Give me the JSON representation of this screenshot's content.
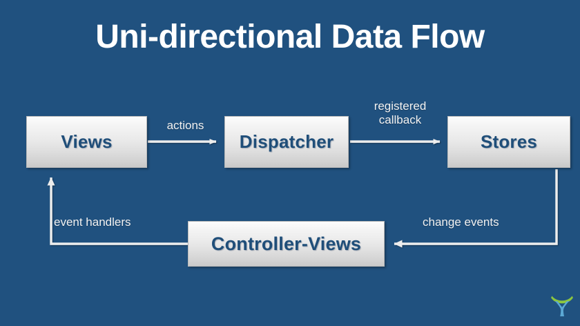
{
  "slide": {
    "title": "Uni-directional Data Flow",
    "background_color": "#20517F",
    "title_color": "#FFFFFF",
    "node_text_color": "#1F4E79",
    "edge_label_color": "#F2F2F2",
    "connector_color": "#E8E8E8"
  },
  "nodes": [
    {
      "id": "views",
      "label": "Views"
    },
    {
      "id": "dispatcher",
      "label": "Dispatcher"
    },
    {
      "id": "stores",
      "label": "Stores"
    },
    {
      "id": "controller-views",
      "label": "Controller-Views"
    }
  ],
  "edges": [
    {
      "id": "views-to-dispatcher",
      "label": "actions",
      "from": "views",
      "to": "dispatcher",
      "direction": "right"
    },
    {
      "id": "dispatcher-to-stores",
      "label": "registered\ncallback",
      "from": "dispatcher",
      "to": "stores",
      "direction": "right"
    },
    {
      "id": "stores-to-controller-views",
      "label": "change events",
      "from": "stores",
      "to": "controller-views",
      "direction": "left"
    },
    {
      "id": "controller-views-to-views",
      "label": "event handlers",
      "from": "controller-views",
      "to": "views",
      "direction": "up"
    }
  ],
  "logo": {
    "name": "brand-logo",
    "arc_color": "#8DC63F",
    "figure_color": "#5BA8D4"
  }
}
